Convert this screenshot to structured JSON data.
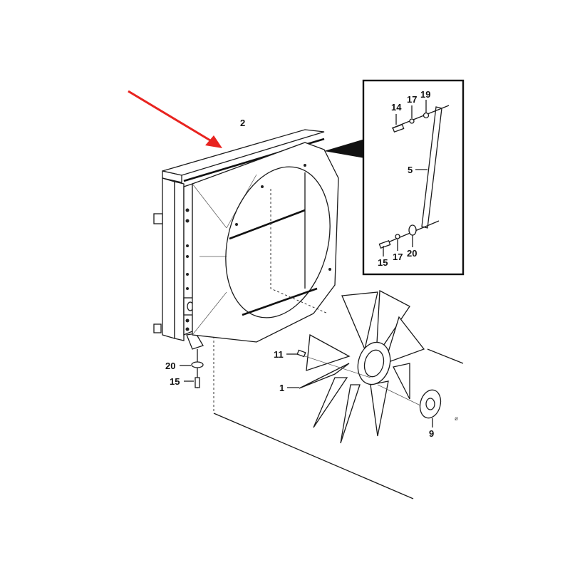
{
  "diagram": {
    "type": "exploded-parts-diagram",
    "subject": "radiator fan shroud and cooling fan assembly",
    "highlight_arrow_color": "#e8231f",
    "line_color": "#1a1a1a",
    "background": "#ffffff",
    "callouts": {
      "c2": {
        "label": "2",
        "part": "fan shroud frame"
      },
      "c20a": {
        "label": "20",
        "part": "washer (shroud foot)"
      },
      "c15a": {
        "label": "15",
        "part": "bolt (shroud foot)"
      },
      "c11": {
        "label": "11",
        "part": "bolt (fan)"
      },
      "c1": {
        "label": "1",
        "part": "fan"
      },
      "c9": {
        "label": "9",
        "part": "spacer / hub plate"
      }
    },
    "detail_box": {
      "callouts": {
        "c14": {
          "label": "14",
          "part": "bolt (upper)"
        },
        "c17a": {
          "label": "17",
          "part": "washer (upper)"
        },
        "c19": {
          "label": "19",
          "part": "washer (upper)"
        },
        "c5": {
          "label": "5",
          "part": "stay / support rod"
        },
        "c15b": {
          "label": "15",
          "part": "bolt (lower)"
        },
        "c17b": {
          "label": "17",
          "part": "washer (lower)"
        },
        "c20b": {
          "label": "20",
          "part": "washer (lower)"
        }
      }
    }
  }
}
